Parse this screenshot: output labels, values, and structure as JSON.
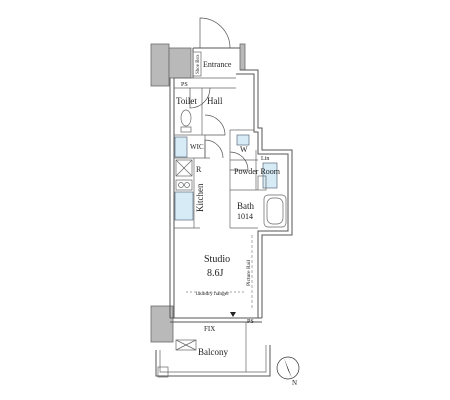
{
  "rooms": {
    "entrance": "Entrance",
    "shoe_box": "Shoe Box",
    "ps_top": "PS",
    "hall": "Hall",
    "toilet": "Toilet",
    "wic": "WIC",
    "w": "W",
    "lin": "Lin",
    "powder_room": "Powder Room",
    "bath": "Bath",
    "bath_size": "1014",
    "r": "R",
    "kitchen": "Kitchen",
    "studio": "Studio",
    "studio_area": "8.6J",
    "laundry": "laundry hanger",
    "picture_rail": "Picture Rail",
    "fix": "FIX",
    "ps_bottom": "PS",
    "balcony": "Balcony",
    "north": "N"
  },
  "colors": {
    "wall": "#b9b9b9",
    "fixture": "#d7ebf7",
    "outline": "#555555"
  }
}
